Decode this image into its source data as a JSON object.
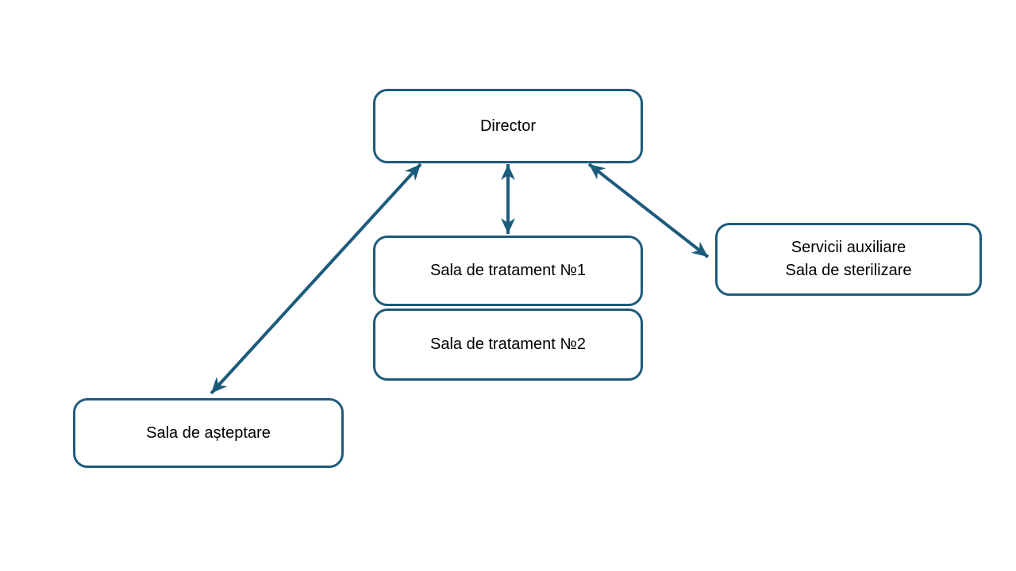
{
  "page": {
    "background_color": "#ffffff"
  },
  "diagram": {
    "accent_color": "#1d5b7d",
    "text_color": "#000000",
    "nodes": {
      "director": {
        "label": "Director"
      },
      "tratament1": {
        "label": "Sala de tratament №1"
      },
      "tratament2": {
        "label": "Sala de tratament №2"
      },
      "servicii": {
        "label": "Servicii auxiliare\nSala de sterilizare"
      },
      "asteptare": {
        "label": "Sala de așteptare"
      }
    },
    "connections": [
      {
        "from": "director",
        "to": "asteptare",
        "style": "double-arrow"
      },
      {
        "from": "director",
        "to": "tratament1",
        "style": "double-arrow"
      },
      {
        "from": "director",
        "to": "servicii",
        "style": "double-arrow"
      }
    ]
  }
}
